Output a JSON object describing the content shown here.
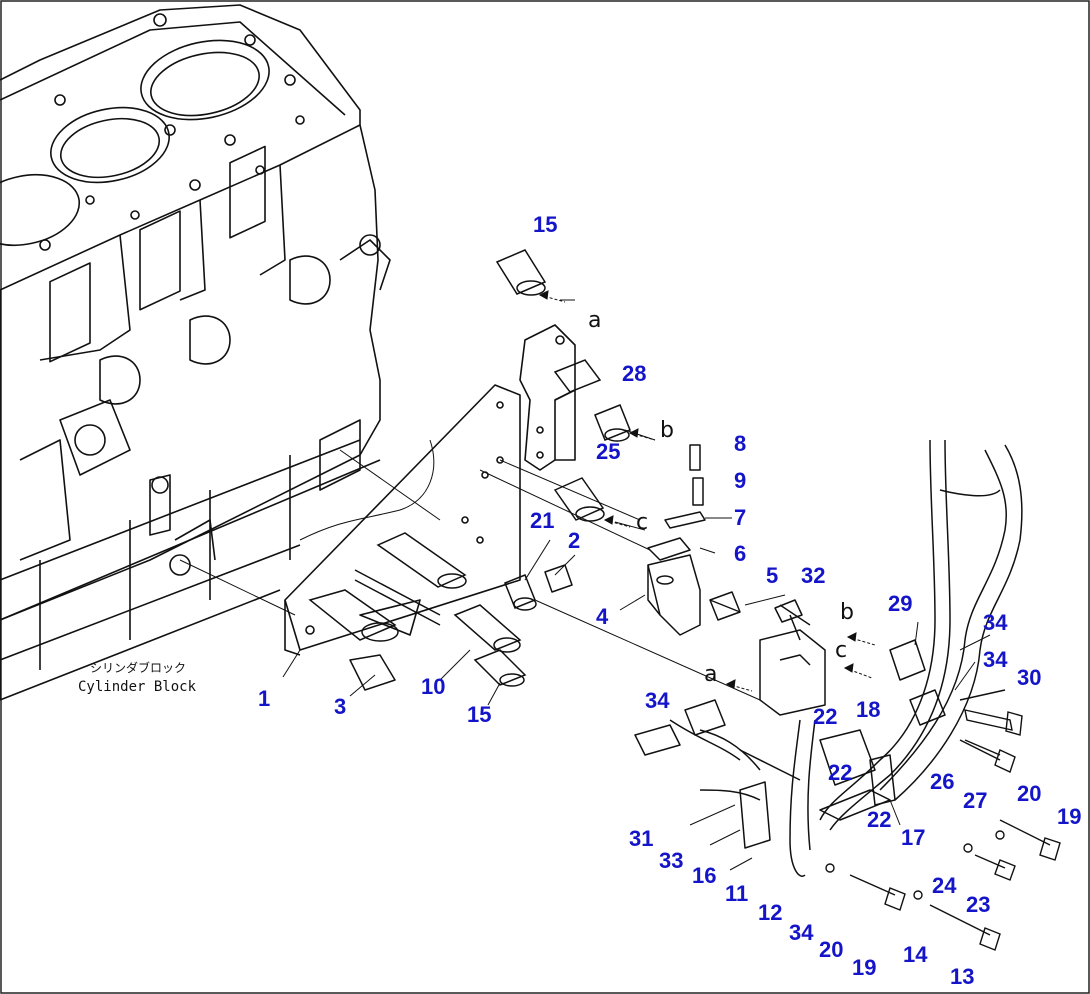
{
  "diagram": {
    "block_label_jp": "シリンダブロック",
    "block_label_en": "Cylinder Block",
    "ref_letters": [
      "a",
      "b",
      "c",
      "a",
      "b",
      "c"
    ],
    "callouts": [
      "15",
      "28",
      "8",
      "25",
      "9",
      "21",
      "7",
      "2",
      "6",
      "5",
      "32",
      "4",
      "1",
      "3",
      "10",
      "15",
      "29",
      "34",
      "34",
      "30",
      "18",
      "22",
      "34",
      "22",
      "26",
      "27",
      "20",
      "19",
      "31",
      "33",
      "16",
      "11",
      "12",
      "17",
      "22",
      "24",
      "23",
      "34",
      "20",
      "19",
      "14",
      "13"
    ],
    "callout_color": "#1414c8"
  }
}
